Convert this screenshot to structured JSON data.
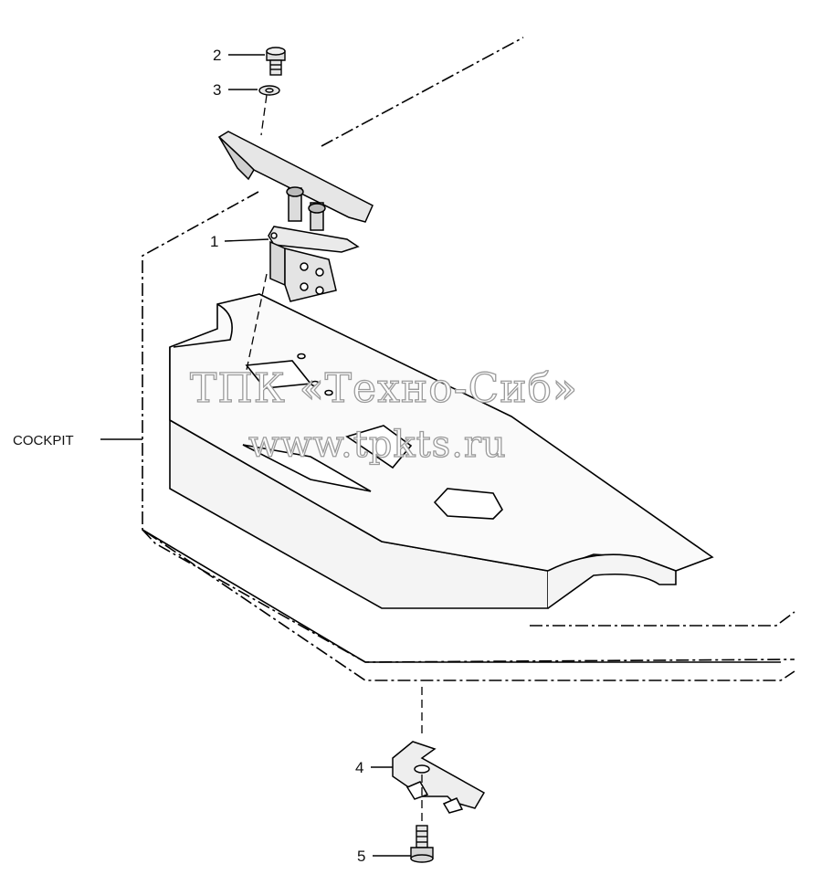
{
  "callouts": {
    "c1": "1",
    "c2": "2",
    "c3": "3",
    "c4": "4",
    "c5": "5",
    "cockpit": "COCKPIT"
  },
  "watermark": {
    "line1": "ТПК «Техно-Сиб»",
    "line2": "www.tpkts.ru"
  },
  "colors": {
    "line": "#000000",
    "panel_fill": "#f2f2f2",
    "watermark_stroke": "#9a9a9a"
  }
}
